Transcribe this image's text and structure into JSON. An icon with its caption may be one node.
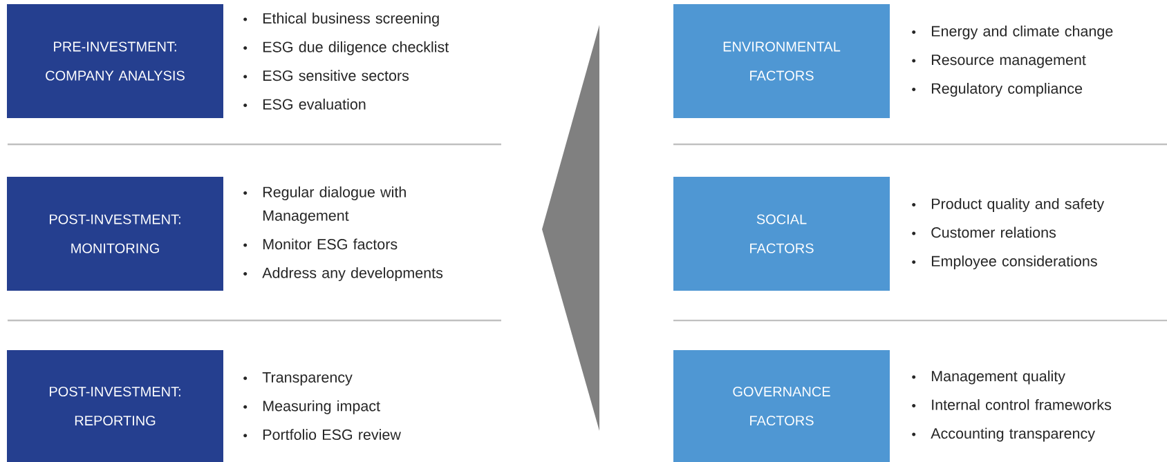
{
  "diagram": {
    "nodes": [
      {
        "text": [
          "PRE-INVESTMENT: COMPANY ANALYSIS"
        ],
        "beside": [
          "Ethical business screening",
          "ESG due diligence checklist",
          "ESG sensitive sectors",
          "ESG evaluation"
        ]
      },
      {
        "text": [
          "POST-INVESTMENT: MONITORING"
        ],
        "beside": [
          "Regular dialogue with Management",
          "Monitor ESG factors",
          "Address any developments"
        ]
      },
      {
        "text": [
          "POST-INVESTMENT: REPORTING"
        ],
        "beside": [
          "Transparency",
          "Measuring impact",
          "Portfolio ESG review"
        ]
      },
      {
        "text": [
          "ENVIRONMENTAL FACTORS"
        ],
        "beside": [
          "Energy and climate change",
          "Resource management",
          "Regulatory compliance"
        ]
      },
      {
        "text": [
          "SOCIAL FACTORS"
        ],
        "beside": [
          "Product quality and safety",
          "Customer relations",
          "Employee considerations"
        ]
      },
      {
        "text": [
          "GOVERNANCE FACTORS"
        ],
        "beside": [
          "Management quality",
          "Internal control frameworks",
          "Accounting transparency"
        ]
      }
    ]
  }
}
